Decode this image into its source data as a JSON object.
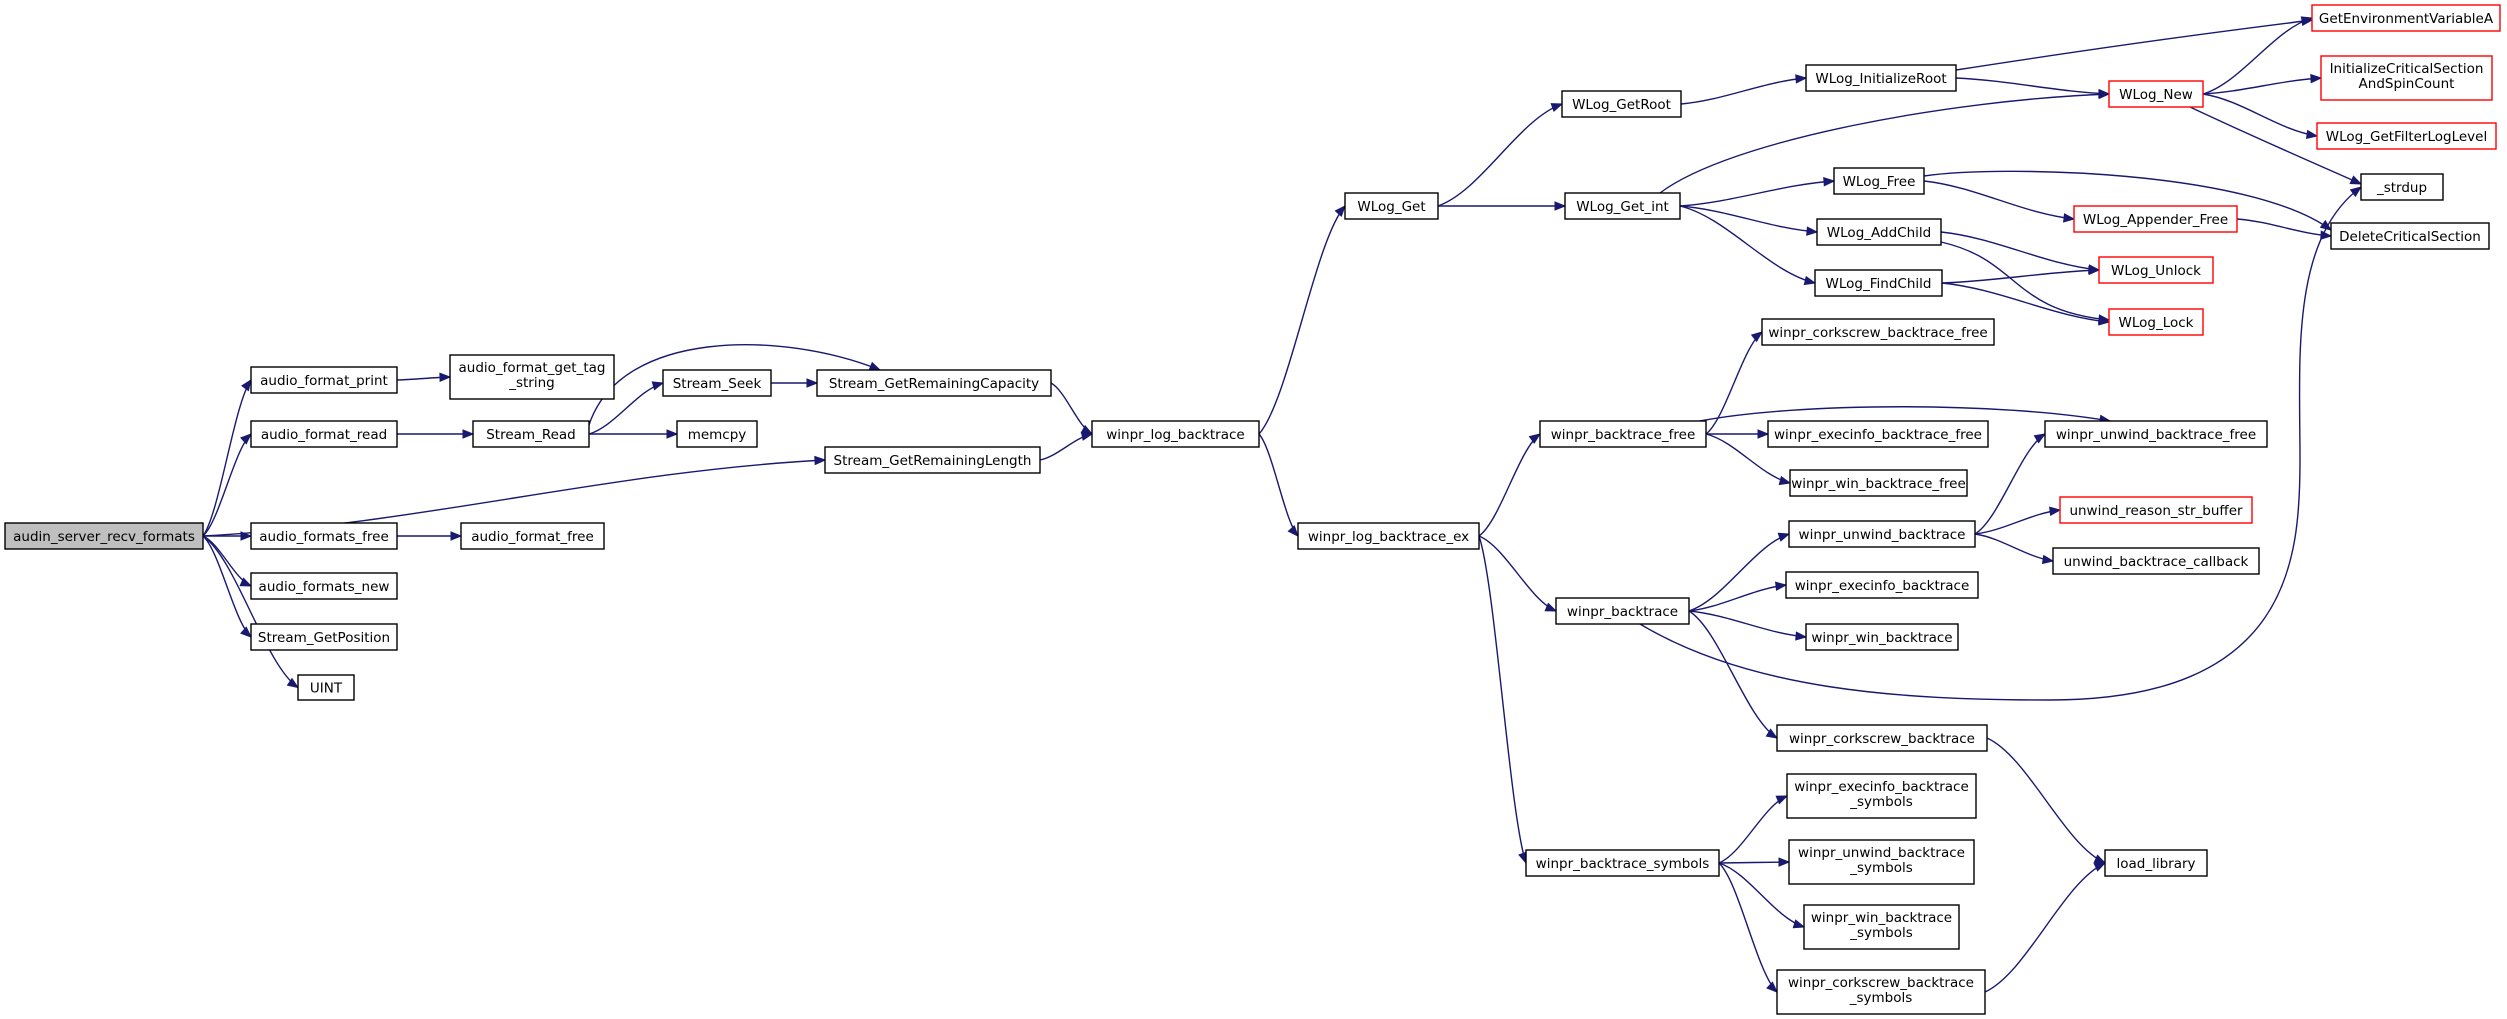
{
  "colors": {
    "edge": "#191970",
    "node_border": "#000000",
    "incomplete_node_border": "#ff0000",
    "root_fill": "#bfbfbf",
    "node_fill": "#ffffff"
  },
  "nodes": {
    "audin_server_recv_formats": {
      "lines": [
        "audin_server_recv_formats"
      ]
    },
    "audio_format_print": {
      "lines": [
        "audio_format_print"
      ]
    },
    "audio_format_read": {
      "lines": [
        "audio_format_read"
      ]
    },
    "audio_formats_free": {
      "lines": [
        "audio_formats_free"
      ]
    },
    "audio_formats_new": {
      "lines": [
        "audio_formats_new"
      ]
    },
    "Stream_GetPosition": {
      "lines": [
        "Stream_GetPosition"
      ]
    },
    "UINT": {
      "lines": [
        "UINT"
      ]
    },
    "audio_format_get_tag_string": {
      "lines": [
        "audio_format_get_tag",
        "_string"
      ]
    },
    "Stream_Read": {
      "lines": [
        "Stream_Read"
      ]
    },
    "audio_format_free": {
      "lines": [
        "audio_format_free"
      ]
    },
    "Stream_Seek": {
      "lines": [
        "Stream_Seek"
      ]
    },
    "memcpy": {
      "lines": [
        "memcpy"
      ]
    },
    "Stream_GetRemainingCapacity": {
      "lines": [
        "Stream_GetRemainingCapacity"
      ]
    },
    "Stream_GetRemainingLength": {
      "lines": [
        "Stream_GetRemainingLength"
      ]
    },
    "winpr_log_backtrace": {
      "lines": [
        "winpr_log_backtrace"
      ]
    },
    "WLog_Get": {
      "lines": [
        "WLog_Get"
      ]
    },
    "winpr_log_backtrace_ex": {
      "lines": [
        "winpr_log_backtrace_ex"
      ]
    },
    "WLog_GetRoot": {
      "lines": [
        "WLog_GetRoot"
      ]
    },
    "WLog_Get_int": {
      "lines": [
        "WLog_Get_int"
      ]
    },
    "WLog_InitializeRoot": {
      "lines": [
        "WLog_InitializeRoot"
      ]
    },
    "WLog_Free": {
      "lines": [
        "WLog_Free"
      ]
    },
    "WLog_AddChild": {
      "lines": [
        "WLog_AddChild"
      ]
    },
    "WLog_FindChild": {
      "lines": [
        "WLog_FindChild"
      ]
    },
    "WLog_New": {
      "lines": [
        "WLog_New"
      ]
    },
    "GetEnvironmentVariableA": {
      "lines": [
        "GetEnvironmentVariableA"
      ]
    },
    "InitializeCriticalSectionAndSpinCount": {
      "lines": [
        "InitializeCriticalSection",
        "AndSpinCount"
      ]
    },
    "WLog_GetFilterLogLevel": {
      "lines": [
        "WLog_GetFilterLogLevel"
      ]
    },
    "_strdup": {
      "lines": [
        "_strdup"
      ]
    },
    "DeleteCriticalSection": {
      "lines": [
        "DeleteCriticalSection"
      ]
    },
    "WLog_Appender_Free": {
      "lines": [
        "WLog_Appender_Free"
      ]
    },
    "WLog_Unlock": {
      "lines": [
        "WLog_Unlock"
      ]
    },
    "WLog_Lock": {
      "lines": [
        "WLog_Lock"
      ]
    },
    "winpr_backtrace_free": {
      "lines": [
        "winpr_backtrace_free"
      ]
    },
    "winpr_backtrace": {
      "lines": [
        "winpr_backtrace"
      ]
    },
    "winpr_backtrace_symbols": {
      "lines": [
        "winpr_backtrace_symbols"
      ]
    },
    "winpr_corkscrew_backtrace_free": {
      "lines": [
        "winpr_corkscrew_backtrace_free"
      ]
    },
    "winpr_execinfo_backtrace_free": {
      "lines": [
        "winpr_execinfo_backtrace_free"
      ]
    },
    "winpr_win_backtrace_free": {
      "lines": [
        "winpr_win_backtrace_free"
      ]
    },
    "winpr_unwind_backtrace_free": {
      "lines": [
        "winpr_unwind_backtrace_free"
      ]
    },
    "winpr_unwind_backtrace": {
      "lines": [
        "winpr_unwind_backtrace"
      ]
    },
    "unwind_reason_str_buffer": {
      "lines": [
        "unwind_reason_str_buffer"
      ]
    },
    "unwind_backtrace_callback": {
      "lines": [
        "unwind_backtrace_callback"
      ]
    },
    "winpr_execinfo_backtrace": {
      "lines": [
        "winpr_execinfo_backtrace"
      ]
    },
    "winpr_win_backtrace": {
      "lines": [
        "winpr_win_backtrace"
      ]
    },
    "winpr_corkscrew_backtrace": {
      "lines": [
        "winpr_corkscrew_backtrace"
      ]
    },
    "load_library": {
      "lines": [
        "load_library"
      ]
    },
    "winpr_execinfo_backtrace_symbols": {
      "lines": [
        "winpr_execinfo_backtrace",
        "_symbols"
      ]
    },
    "winpr_unwind_backtrace_symbols": {
      "lines": [
        "winpr_unwind_backtrace",
        "_symbols"
      ]
    },
    "winpr_win_backtrace_symbols": {
      "lines": [
        "winpr_win_backtrace",
        "_symbols"
      ]
    },
    "winpr_corkscrew_backtrace_symbols": {
      "lines": [
        "winpr_corkscrew_backtrace",
        "_symbols"
      ]
    }
  },
  "edges": [
    [
      "audin_server_recv_formats",
      "audio_format_print"
    ],
    [
      "audin_server_recv_formats",
      "audio_format_read"
    ],
    [
      "audin_server_recv_formats",
      "Stream_GetRemainingLength"
    ],
    [
      "audin_server_recv_formats",
      "audio_formats_free"
    ],
    [
      "audin_server_recv_formats",
      "audio_formats_new"
    ],
    [
      "audin_server_recv_formats",
      "Stream_GetPosition"
    ],
    [
      "audin_server_recv_formats",
      "UINT"
    ],
    [
      "audio_format_print",
      "audio_format_get_tag_string"
    ],
    [
      "audio_format_read",
      "Stream_Read"
    ],
    [
      "Stream_Read",
      "Stream_GetRemainingCapacity"
    ],
    [
      "Stream_Read",
      "Stream_Seek"
    ],
    [
      "Stream_Read",
      "memcpy"
    ],
    [
      "Stream_Seek",
      "Stream_GetRemainingCapacity"
    ],
    [
      "audio_formats_free",
      "audio_format_free"
    ],
    [
      "Stream_GetRemainingCapacity",
      "winpr_log_backtrace"
    ],
    [
      "Stream_GetRemainingLength",
      "winpr_log_backtrace"
    ],
    [
      "winpr_log_backtrace",
      "WLog_Get"
    ],
    [
      "winpr_log_backtrace",
      "winpr_log_backtrace_ex"
    ],
    [
      "WLog_Get",
      "WLog_GetRoot"
    ],
    [
      "WLog_Get",
      "WLog_Get_int"
    ],
    [
      "WLog_GetRoot",
      "WLog_InitializeRoot"
    ],
    [
      "WLog_InitializeRoot",
      "GetEnvironmentVariableA"
    ],
    [
      "WLog_InitializeRoot",
      "WLog_New"
    ],
    [
      "WLog_New",
      "GetEnvironmentVariableA"
    ],
    [
      "WLog_New",
      "InitializeCriticalSectionAndSpinCount"
    ],
    [
      "WLog_New",
      "WLog_GetFilterLogLevel"
    ],
    [
      "WLog_New",
      "_strdup"
    ],
    [
      "WLog_Get_int",
      "WLog_New"
    ],
    [
      "WLog_Get_int",
      "WLog_Free"
    ],
    [
      "WLog_Get_int",
      "WLog_AddChild"
    ],
    [
      "WLog_Get_int",
      "WLog_FindChild"
    ],
    [
      "WLog_Free",
      "DeleteCriticalSection"
    ],
    [
      "WLog_Free",
      "WLog_Appender_Free"
    ],
    [
      "WLog_Appender_Free",
      "DeleteCriticalSection"
    ],
    [
      "WLog_AddChild",
      "WLog_Unlock"
    ],
    [
      "WLog_AddChild",
      "WLog_Lock"
    ],
    [
      "WLog_FindChild",
      "WLog_Unlock"
    ],
    [
      "WLog_FindChild",
      "WLog_Lock"
    ],
    [
      "winpr_log_backtrace_ex",
      "winpr_backtrace_free"
    ],
    [
      "winpr_log_backtrace_ex",
      "winpr_backtrace"
    ],
    [
      "winpr_log_backtrace_ex",
      "winpr_backtrace_symbols"
    ],
    [
      "winpr_backtrace_free",
      "winpr_corkscrew_backtrace_free"
    ],
    [
      "winpr_backtrace_free",
      "winpr_execinfo_backtrace_free"
    ],
    [
      "winpr_backtrace_free",
      "winpr_unwind_backtrace_free"
    ],
    [
      "winpr_backtrace_free",
      "winpr_win_backtrace_free"
    ],
    [
      "winpr_backtrace",
      "_strdup"
    ],
    [
      "winpr_backtrace",
      "winpr_unwind_backtrace"
    ],
    [
      "winpr_backtrace",
      "winpr_execinfo_backtrace"
    ],
    [
      "winpr_backtrace",
      "winpr_win_backtrace"
    ],
    [
      "winpr_backtrace",
      "winpr_corkscrew_backtrace"
    ],
    [
      "winpr_unwind_backtrace",
      "winpr_unwind_backtrace_free"
    ],
    [
      "winpr_unwind_backtrace",
      "unwind_reason_str_buffer"
    ],
    [
      "winpr_unwind_backtrace",
      "unwind_backtrace_callback"
    ],
    [
      "winpr_corkscrew_backtrace",
      "load_library"
    ],
    [
      "winpr_backtrace_symbols",
      "winpr_execinfo_backtrace_symbols"
    ],
    [
      "winpr_backtrace_symbols",
      "winpr_unwind_backtrace_symbols"
    ],
    [
      "winpr_backtrace_symbols",
      "winpr_win_backtrace_symbols"
    ],
    [
      "winpr_backtrace_symbols",
      "winpr_corkscrew_backtrace_symbols"
    ],
    [
      "winpr_corkscrew_backtrace_symbols",
      "load_library"
    ]
  ]
}
